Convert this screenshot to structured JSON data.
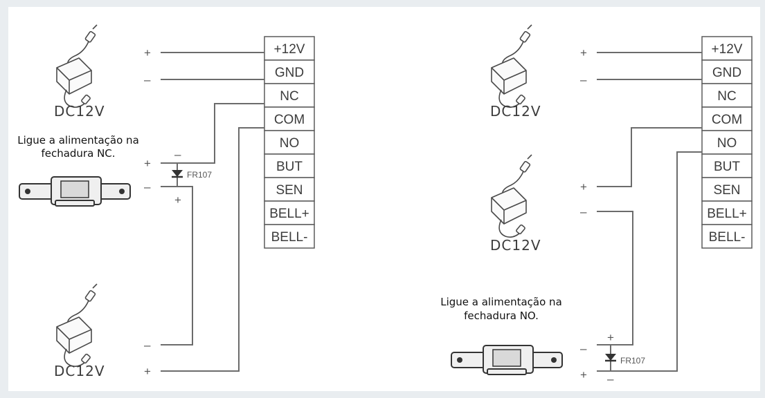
{
  "terminals": [
    "+12V",
    "GND",
    "NC",
    "COM",
    "NO",
    "BUT",
    "SEN",
    "BELL+",
    "BELL-"
  ],
  "left": {
    "adapter_top_label": "DC12V",
    "adapter_bottom_label": "DC12V",
    "note_line1": "Ligue a alimentação na",
    "note_line2": "fechadura NC.",
    "diode": "FR107",
    "plus": "+",
    "minus": "–"
  },
  "right": {
    "adapter_top_label": "DC12V",
    "adapter_mid_label": "DC12V",
    "note_line1": "Ligue a alimentação na",
    "note_line2": "fechadura NO.",
    "diode": "FR107",
    "plus": "+",
    "minus": "–"
  }
}
